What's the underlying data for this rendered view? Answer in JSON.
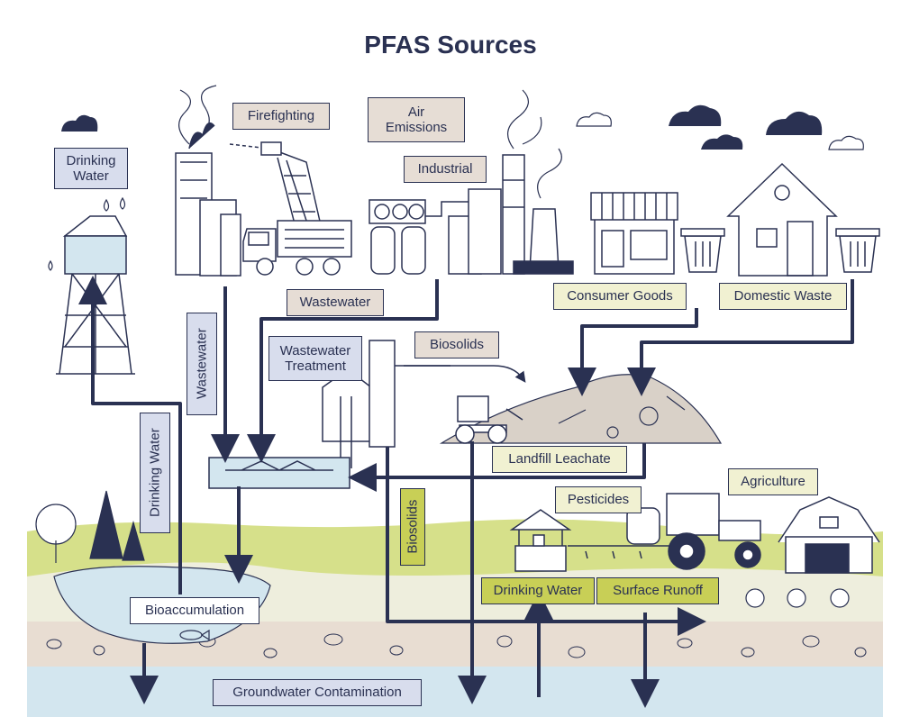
{
  "title": "PFAS Sources",
  "labels": {
    "firefighting": "Firefighting",
    "air_emissions": "Air\nEmissions",
    "industrial": "Industrial",
    "drinking_water_tower": "Drinking\nWater",
    "wastewater_vertical": "Wastewater",
    "wastewater_horizontal": "Wastewater",
    "consumer_goods": "Consumer Goods",
    "domestic_waste": "Domestic Waste",
    "wastewater_treatment": "Wastewater\nTreatment",
    "biosolids_top": "Biosolids",
    "drinking_water_vertical": "Drinking Water",
    "biosolids_vertical": "Biosolids",
    "landfill_leachate": "Landfill Leachate",
    "agriculture": "Agriculture",
    "pesticides": "Pesticides",
    "drinking_water_ground": "Drinking Water",
    "surface_runoff": "Surface Runoff",
    "bioaccumulation": "Bioaccumulation",
    "groundwater_contamination": "Groundwater Contamination"
  },
  "colors": {
    "ink": "#2a3152",
    "tan_label": "#e6ddd5",
    "blue_label": "#d8dded",
    "cream_label": "#f1f1d2",
    "green_label": "#c8cf56",
    "grass": "#d6e08a",
    "soil_light": "#eeeedd",
    "soil_tan": "#e8ddd2",
    "water": "#d3e6ef"
  }
}
